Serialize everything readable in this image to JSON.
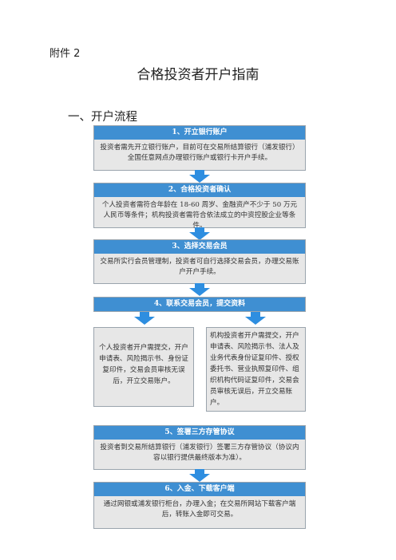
{
  "annex_label": "附件 2",
  "title": "合格投资者开户指南",
  "section_heading": "一、开户流程",
  "steps": [
    {
      "header": "1、开立银行账户",
      "body": "投资者需先开立银行账户，目前可在交易所结算银行（浦发银行）全国任意网点办理银行账户或银行卡开户手续。"
    },
    {
      "header": "2、合格投资者确认",
      "body": "个人投资者需符合年龄在 18-60 周岁、金融资产不少于 50 万元人民币等条件；机构投资者需符合依法成立的中资控股企业等条件。"
    },
    {
      "header": "3、选择交易会员",
      "body": "交易所实行会员管理制，投资者可自行选择交易会员，办理交易账户开户手续。"
    },
    {
      "header": "4、联系交易会员，提交资料"
    },
    {
      "header": "5、签署三方存管协议",
      "body": "投资者到交易所结算银行（浦发银行）签署三方存管协议（协议内容以银行提供最终版本为准）。"
    },
    {
      "header": "6、入金、下载客户端",
      "body": "通过网银或浦发银行柜台，办理入金；在交易所网站下载客户端后，转账入金即可交易。"
    }
  ],
  "individual_box": "个人投资者开户需提交，开户申请表、风险揭示书、身份证复印件，交易会员审核无误后，开立交易账户。",
  "institution_box": "机构投资者开户需提交，开户申请表、风险揭示书、法人及业务代表身份证复印件、授权委托书、营业执照复印件、组织机构代码证复印件，交易会员审核无误后，开立交易账户。",
  "colors": {
    "header_blue": "#3f8fd2",
    "arrow_blue": "#2e8ee0",
    "body_gray": "#e7e7e7"
  }
}
